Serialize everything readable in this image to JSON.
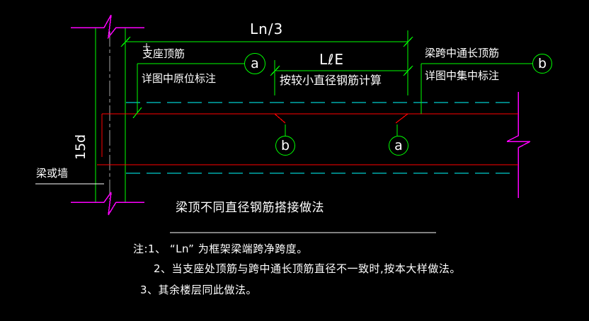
{
  "colors": {
    "background": "#000000",
    "line_green": "#00ff00",
    "rebar_red": "#ff0000",
    "beam_cyan": "#00ffff",
    "break_magenta": "#ff00ff",
    "text_white": "#ffffff",
    "centerline_gray": "#a6a6a6"
  },
  "dimensions": {
    "span_third": "Ln/3",
    "lap_length": "LℓE",
    "hook_length": "15d"
  },
  "labels": {
    "support_bar_line1": "支座顶筋",
    "support_bar_line2": "详图中原位标注",
    "midspan_bar_line1": "梁跨中通长顶筋",
    "midspan_bar_line2": "详图中集中标注",
    "lap_calc": "按较小直径钢筋计算",
    "beam_or_wall": "梁或墙"
  },
  "bubbles": {
    "top_a": "a",
    "top_b": "b",
    "bottom_b": "b",
    "bottom_a": "a"
  },
  "title": "梁顶不同直径钢筋搭接做法",
  "notes": {
    "line1": "注:1、 “Ln” 为框架梁端跨净跨度。",
    "line2": "2、当支座处顶筋与跨中通长顶筋直径不一致时,按本大样做法。",
    "line3": "3、其余楼层同此做法。"
  }
}
